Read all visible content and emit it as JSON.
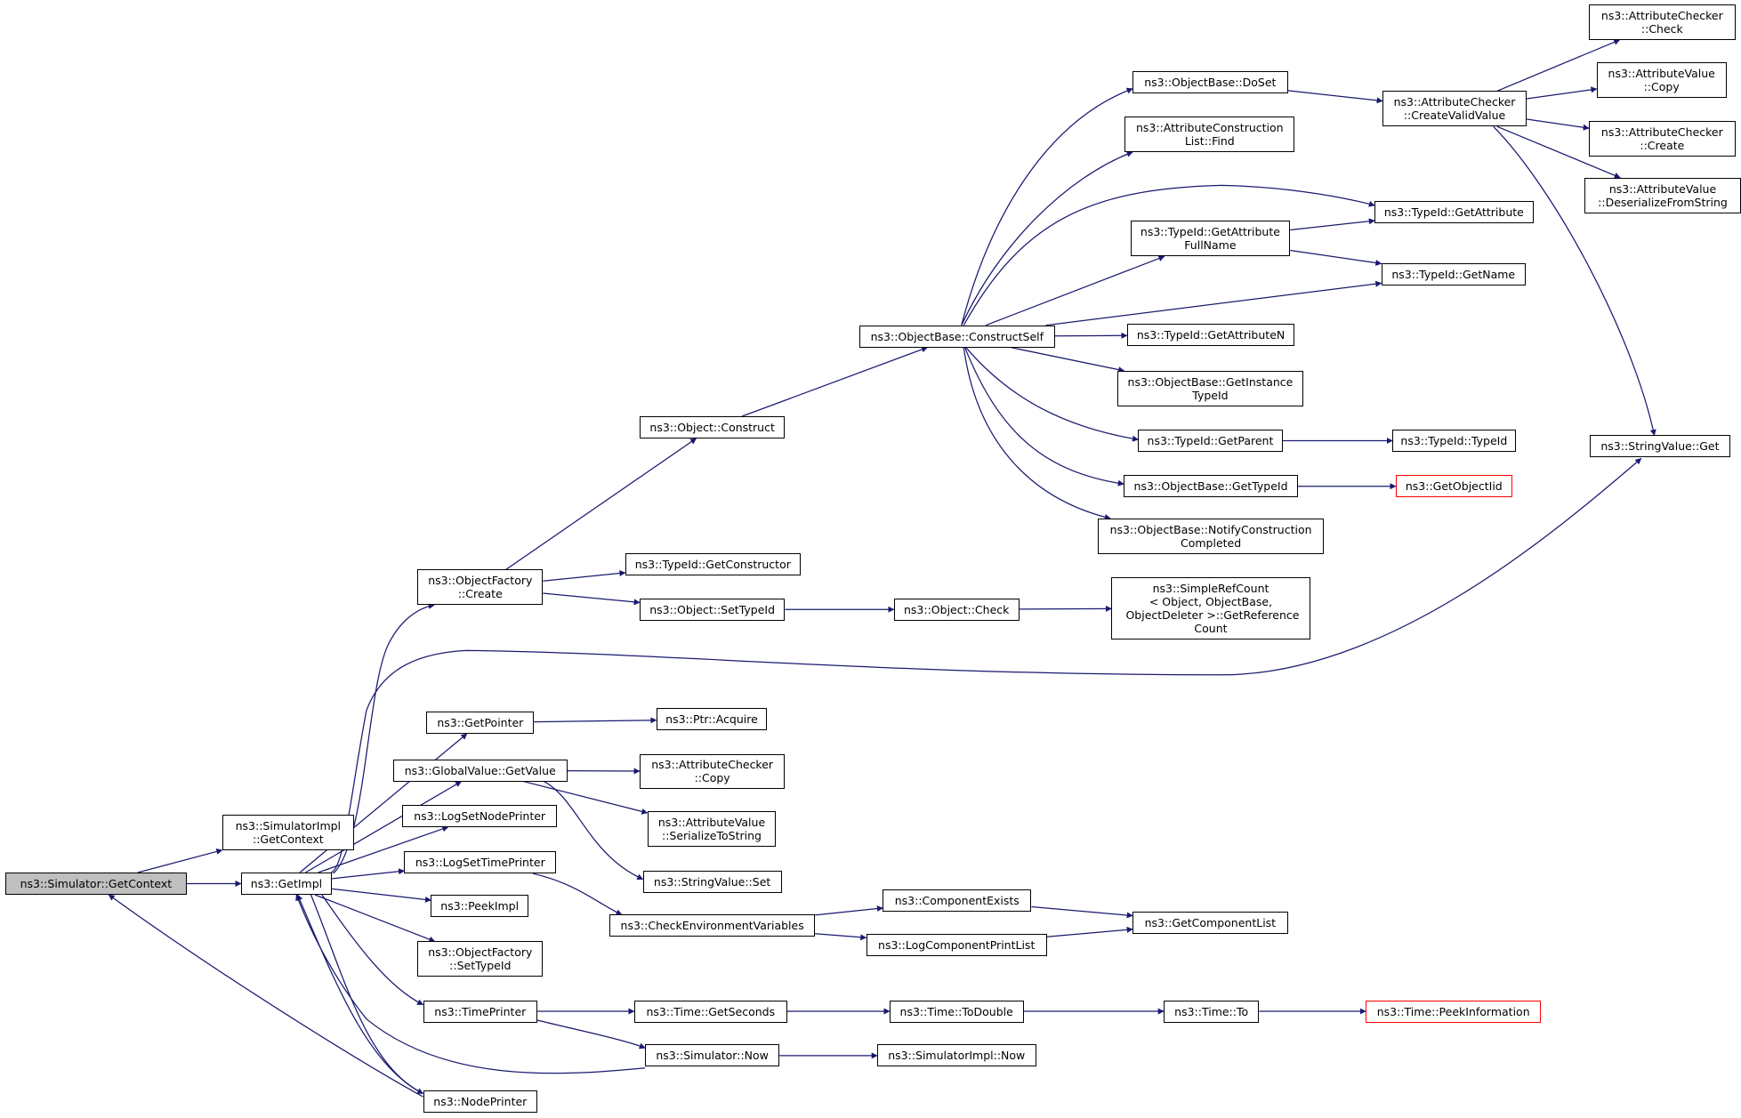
{
  "graph": {
    "root": "ns3::Simulator::GetContext",
    "nodes": [
      {
        "id": "root",
        "label": "ns3::Simulator::GetContext"
      },
      {
        "id": "simimpl_getcontext",
        "label": "ns3::SimulatorImpl\n::GetContext"
      },
      {
        "id": "getimpl",
        "label": "ns3::GetImpl"
      },
      {
        "id": "objectfactory_create",
        "label": "ns3::ObjectFactory\n::Create"
      },
      {
        "id": "getpointer",
        "label": "ns3::GetPointer"
      },
      {
        "id": "globalvalue_getvalue",
        "label": "ns3::GlobalValue::GetValue"
      },
      {
        "id": "logsetnodeprinter",
        "label": "ns3::LogSetNodePrinter"
      },
      {
        "id": "logsettimeprinter",
        "label": "ns3::LogSetTimePrinter"
      },
      {
        "id": "peekimpl",
        "label": "ns3::PeekImpl"
      },
      {
        "id": "objectfactory_settypeid",
        "label": "ns3::ObjectFactory\n::SetTypeId"
      },
      {
        "id": "timeprinter",
        "label": "ns3::TimePrinter"
      },
      {
        "id": "nodeprinter",
        "label": "ns3::NodePrinter"
      },
      {
        "id": "object_construct",
        "label": "ns3::Object::Construct"
      },
      {
        "id": "typeid_getconstructor",
        "label": "ns3::TypeId::GetConstructor"
      },
      {
        "id": "object_settypeid",
        "label": "ns3::Object::SetTypeId"
      },
      {
        "id": "ptr_acquire",
        "label": "ns3::Ptr::Acquire"
      },
      {
        "id": "attributechecker_copy",
        "label": "ns3::AttributeChecker\n::Copy"
      },
      {
        "id": "attributevalue_serialize",
        "label": "ns3::AttributeValue\n::SerializeToString"
      },
      {
        "id": "stringvalue_set",
        "label": "ns3::StringValue::Set"
      },
      {
        "id": "checkenvvars",
        "label": "ns3::CheckEnvironmentVariables"
      },
      {
        "id": "time_getseconds",
        "label": "ns3::Time::GetSeconds"
      },
      {
        "id": "simulator_now",
        "label": "ns3::Simulator::Now"
      },
      {
        "id": "objectbase_constructself",
        "label": "ns3::ObjectBase::ConstructSelf"
      },
      {
        "id": "object_check",
        "label": "ns3::Object::Check"
      },
      {
        "id": "componentexists",
        "label": "ns3::ComponentExists"
      },
      {
        "id": "logcomponentprintlist",
        "label": "ns3::LogComponentPrintList"
      },
      {
        "id": "time_todouble",
        "label": "ns3::Time::ToDouble"
      },
      {
        "id": "simulatorimpl_now",
        "label": "ns3::SimulatorImpl::Now"
      },
      {
        "id": "objectbase_doset",
        "label": "ns3::ObjectBase::DoSet"
      },
      {
        "id": "attrconstructionlist_find",
        "label": "ns3::AttributeConstruction\nList::Find"
      },
      {
        "id": "typeid_getattributefullname",
        "label": "ns3::TypeId::GetAttribute\nFullName"
      },
      {
        "id": "typeid_getattributen",
        "label": "ns3::TypeId::GetAttributeN"
      },
      {
        "id": "objectbase_getinstancetypeid",
        "label": "ns3::ObjectBase::GetInstance\nTypeId"
      },
      {
        "id": "typeid_getparent",
        "label": "ns3::TypeId::GetParent"
      },
      {
        "id": "objectbase_gettypeid",
        "label": "ns3::ObjectBase::GetTypeId"
      },
      {
        "id": "objectbase_notifyconstructioncompleted",
        "label": "ns3::ObjectBase::NotifyConstruction\nCompleted"
      },
      {
        "id": "simplerefcount_getreferencecount",
        "label": "ns3::SimpleRefCount\n< Object, ObjectBase,\n ObjectDeleter >::GetReference\nCount"
      },
      {
        "id": "getcomponentlist",
        "label": "ns3::GetComponentList"
      },
      {
        "id": "time_to",
        "label": "ns3::Time::To"
      },
      {
        "id": "attributechecker_createvalidvalue",
        "label": "ns3::AttributeChecker\n::CreateValidValue"
      },
      {
        "id": "typeid_getattribute",
        "label": "ns3::TypeId::GetAttribute"
      },
      {
        "id": "typeid_getname",
        "label": "ns3::TypeId::GetName"
      },
      {
        "id": "typeid_typeid",
        "label": "ns3::TypeId::TypeId"
      },
      {
        "id": "getobjectiid",
        "label": "ns3::GetObjectIid"
      },
      {
        "id": "time_peekinformation",
        "label": "ns3::Time::PeekInformation"
      },
      {
        "id": "attributechecker_check",
        "label": "ns3::AttributeChecker\n::Check"
      },
      {
        "id": "attributevalue_copy",
        "label": "ns3::AttributeValue\n::Copy"
      },
      {
        "id": "attributechecker_create",
        "label": "ns3::AttributeChecker\n::Create"
      },
      {
        "id": "attributevalue_deserialize",
        "label": "ns3::AttributeValue\n::DeserializeFromString"
      },
      {
        "id": "stringvalue_get",
        "label": "ns3::StringValue::Get"
      }
    ],
    "edges": [
      [
        "root",
        "simimpl_getcontext"
      ],
      [
        "root",
        "getimpl"
      ],
      [
        "getimpl",
        "objectfactory_create"
      ],
      [
        "getimpl",
        "getpointer"
      ],
      [
        "getimpl",
        "globalvalue_getvalue"
      ],
      [
        "getimpl",
        "logsetnodeprinter"
      ],
      [
        "getimpl",
        "logsettimeprinter"
      ],
      [
        "getimpl",
        "peekimpl"
      ],
      [
        "getimpl",
        "objectfactory_settypeid"
      ],
      [
        "getimpl",
        "timeprinter"
      ],
      [
        "getimpl",
        "nodeprinter"
      ],
      [
        "getimpl",
        "stringvalue_get"
      ],
      [
        "objectfactory_create",
        "object_construct"
      ],
      [
        "objectfactory_create",
        "typeid_getconstructor"
      ],
      [
        "objectfactory_create",
        "object_settypeid"
      ],
      [
        "object_construct",
        "objectbase_constructself"
      ],
      [
        "object_settypeid",
        "object_check"
      ],
      [
        "object_check",
        "simplerefcount_getreferencecount"
      ],
      [
        "getpointer",
        "ptr_acquire"
      ],
      [
        "globalvalue_getvalue",
        "attributechecker_copy"
      ],
      [
        "globalvalue_getvalue",
        "attributevalue_serialize"
      ],
      [
        "globalvalue_getvalue",
        "stringvalue_set"
      ],
      [
        "logsettimeprinter",
        "checkenvvars"
      ],
      [
        "checkenvvars",
        "componentexists"
      ],
      [
        "checkenvvars",
        "logcomponentprintlist"
      ],
      [
        "componentexists",
        "getcomponentlist"
      ],
      [
        "logcomponentprintlist",
        "getcomponentlist"
      ],
      [
        "timeprinter",
        "time_getseconds"
      ],
      [
        "timeprinter",
        "simulator_now"
      ],
      [
        "time_getseconds",
        "time_todouble"
      ],
      [
        "time_todouble",
        "time_to"
      ],
      [
        "time_to",
        "time_peekinformation"
      ],
      [
        "simulator_now",
        "simulatorimpl_now"
      ],
      [
        "simulator_now",
        "getimpl"
      ],
      [
        "nodeprinter",
        "root"
      ],
      [
        "nodeprinter",
        "getimpl"
      ],
      [
        "objectbase_constructself",
        "objectbase_doset"
      ],
      [
        "objectbase_constructself",
        "attrconstructionlist_find"
      ],
      [
        "objectbase_constructself",
        "typeid_getattribute"
      ],
      [
        "objectbase_constructself",
        "typeid_getattributefullname"
      ],
      [
        "objectbase_constructself",
        "typeid_getname"
      ],
      [
        "objectbase_constructself",
        "typeid_getattributen"
      ],
      [
        "objectbase_constructself",
        "objectbase_getinstancetypeid"
      ],
      [
        "objectbase_constructself",
        "typeid_getparent"
      ],
      [
        "objectbase_constructself",
        "objectbase_gettypeid"
      ],
      [
        "objectbase_constructself",
        "objectbase_notifyconstructioncompleted"
      ],
      [
        "objectbase_doset",
        "attributechecker_createvalidvalue"
      ],
      [
        "typeid_getattributefullname",
        "typeid_getattribute"
      ],
      [
        "typeid_getattributefullname",
        "typeid_getname"
      ],
      [
        "typeid_getparent",
        "typeid_typeid"
      ],
      [
        "objectbase_gettypeid",
        "getobjectiid"
      ],
      [
        "attributechecker_createvalidvalue",
        "attributechecker_check"
      ],
      [
        "attributechecker_createvalidvalue",
        "attributevalue_copy"
      ],
      [
        "attributechecker_createvalidvalue",
        "attributechecker_create"
      ],
      [
        "attributechecker_createvalidvalue",
        "attributevalue_deserialize"
      ],
      [
        "attributechecker_createvalidvalue",
        "stringvalue_get"
      ]
    ],
    "colors": {
      "edge": "#191970",
      "root_fill": "#bfbfbf",
      "node_border": "#000000",
      "truncated_border": "#ff0000"
    }
  }
}
